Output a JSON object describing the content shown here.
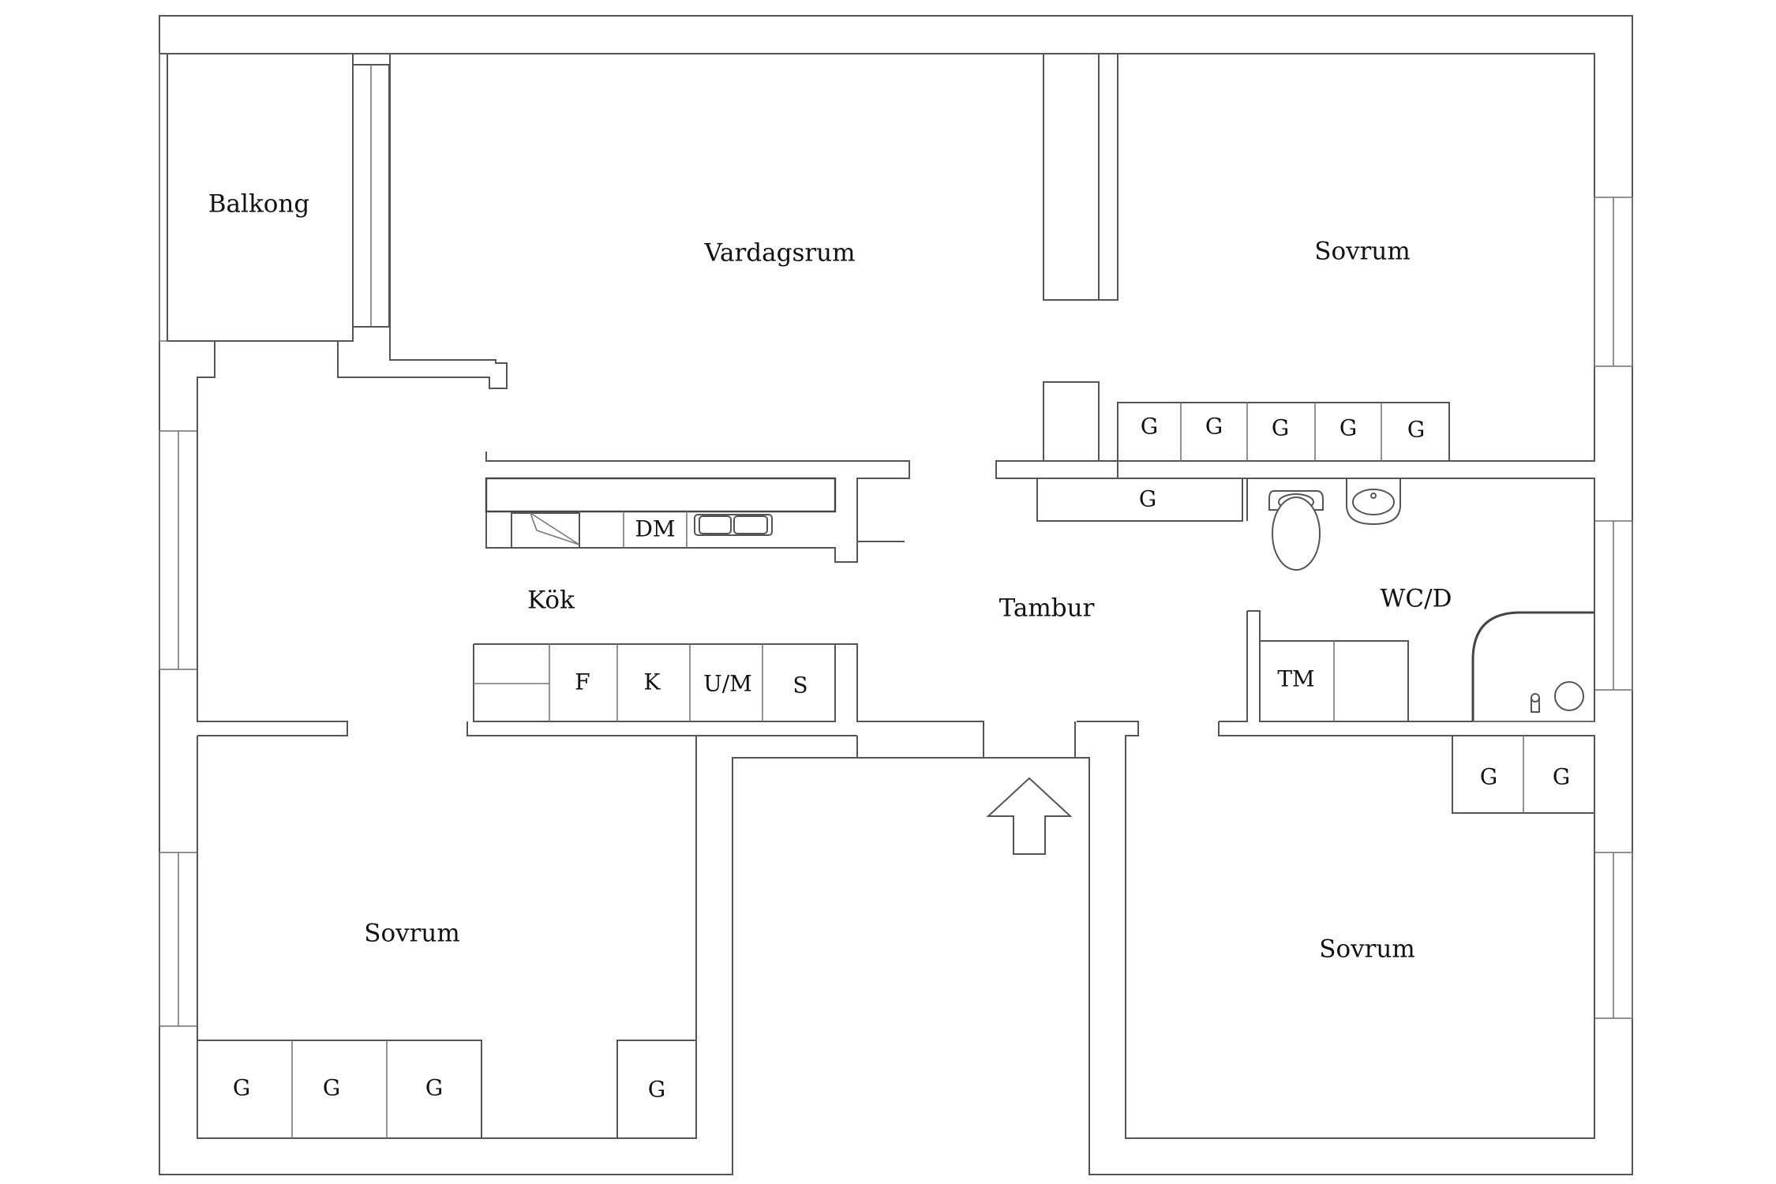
{
  "rooms": {
    "balkong": "Balkong",
    "vardagsrum": "Vardagsrum",
    "sovrum_ne": "Sovrum",
    "kok": "Kök",
    "tambur": "Tambur",
    "wcd": "WC/D",
    "sovrum_sw": "Sovrum",
    "sovrum_se": "Sovrum"
  },
  "fixtures": {
    "wardrobe": "G",
    "dishwasher": "DM",
    "fridge": "F",
    "freezer": "K",
    "microwave_oven": "U/M",
    "stove": "S",
    "washing_machine": "TM"
  },
  "icons": {
    "entrance": "arrow-up-icon"
  }
}
